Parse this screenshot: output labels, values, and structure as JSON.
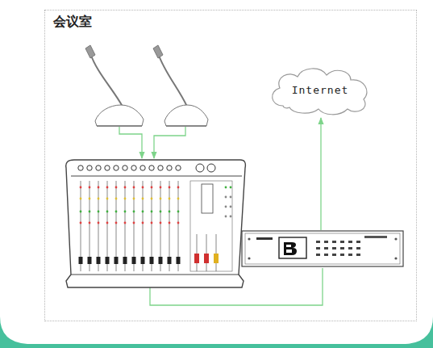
{
  "diagram": {
    "nodes": [
      {
        "text": [
          "会议室"
        ]
      },
      {
        "text": [
          "Internet"
        ],
        "in": 0
      }
    ]
  }
}
